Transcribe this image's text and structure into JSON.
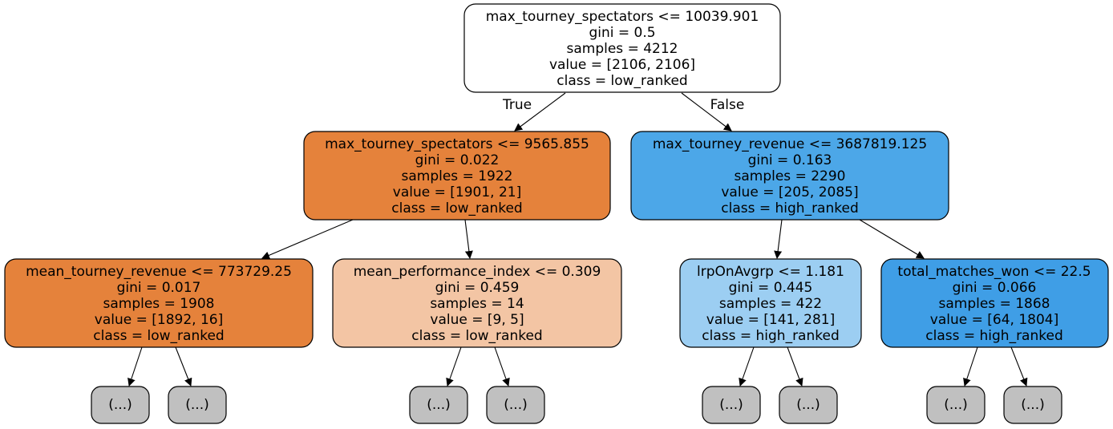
{
  "edge_labels": {
    "true": "True",
    "false": "False"
  },
  "nodes": {
    "root": {
      "lines": [
        "max_tourney_spectators <= 10039.901",
        "gini = 0.5",
        "samples = 4212",
        "value = [2106, 2106]",
        "class = low_ranked"
      ],
      "fill": "#ffffff"
    },
    "l": {
      "lines": [
        "max_tourney_spectators <= 9565.855",
        "gini = 0.022",
        "samples = 1922",
        "value = [1901, 21]",
        "class = low_ranked"
      ],
      "fill": "#e5823b"
    },
    "r": {
      "lines": [
        "max_tourney_revenue <= 3687819.125",
        "gini = 0.163",
        "samples = 2290",
        "value = [205, 2085]",
        "class = high_ranked"
      ],
      "fill": "#4ca7e8"
    },
    "ll": {
      "lines": [
        "mean_tourney_revenue <= 773729.25",
        "gini = 0.017",
        "samples = 1908",
        "value = [1892, 16]",
        "class = low_ranked"
      ],
      "fill": "#e5823b"
    },
    "lr": {
      "lines": [
        "mean_performance_index <= 0.309",
        "gini = 0.459",
        "samples = 14",
        "value = [9, 5]",
        "class = low_ranked"
      ],
      "fill": "#f3c5a4"
    },
    "rl": {
      "lines": [
        "lrpOnAvgrp <= 1.181",
        "gini = 0.445",
        "samples = 422",
        "value = [141, 281]",
        "class = high_ranked"
      ],
      "fill": "#9ccef2"
    },
    "rr": {
      "lines": [
        "total_matches_won <= 22.5",
        "gini = 0.066",
        "samples = 1868",
        "value = [64, 1804]",
        "class = high_ranked"
      ],
      "fill": "#3f9ee6"
    }
  },
  "leaf_label": "(...)",
  "leaf_fill": "#c0c0c0"
}
